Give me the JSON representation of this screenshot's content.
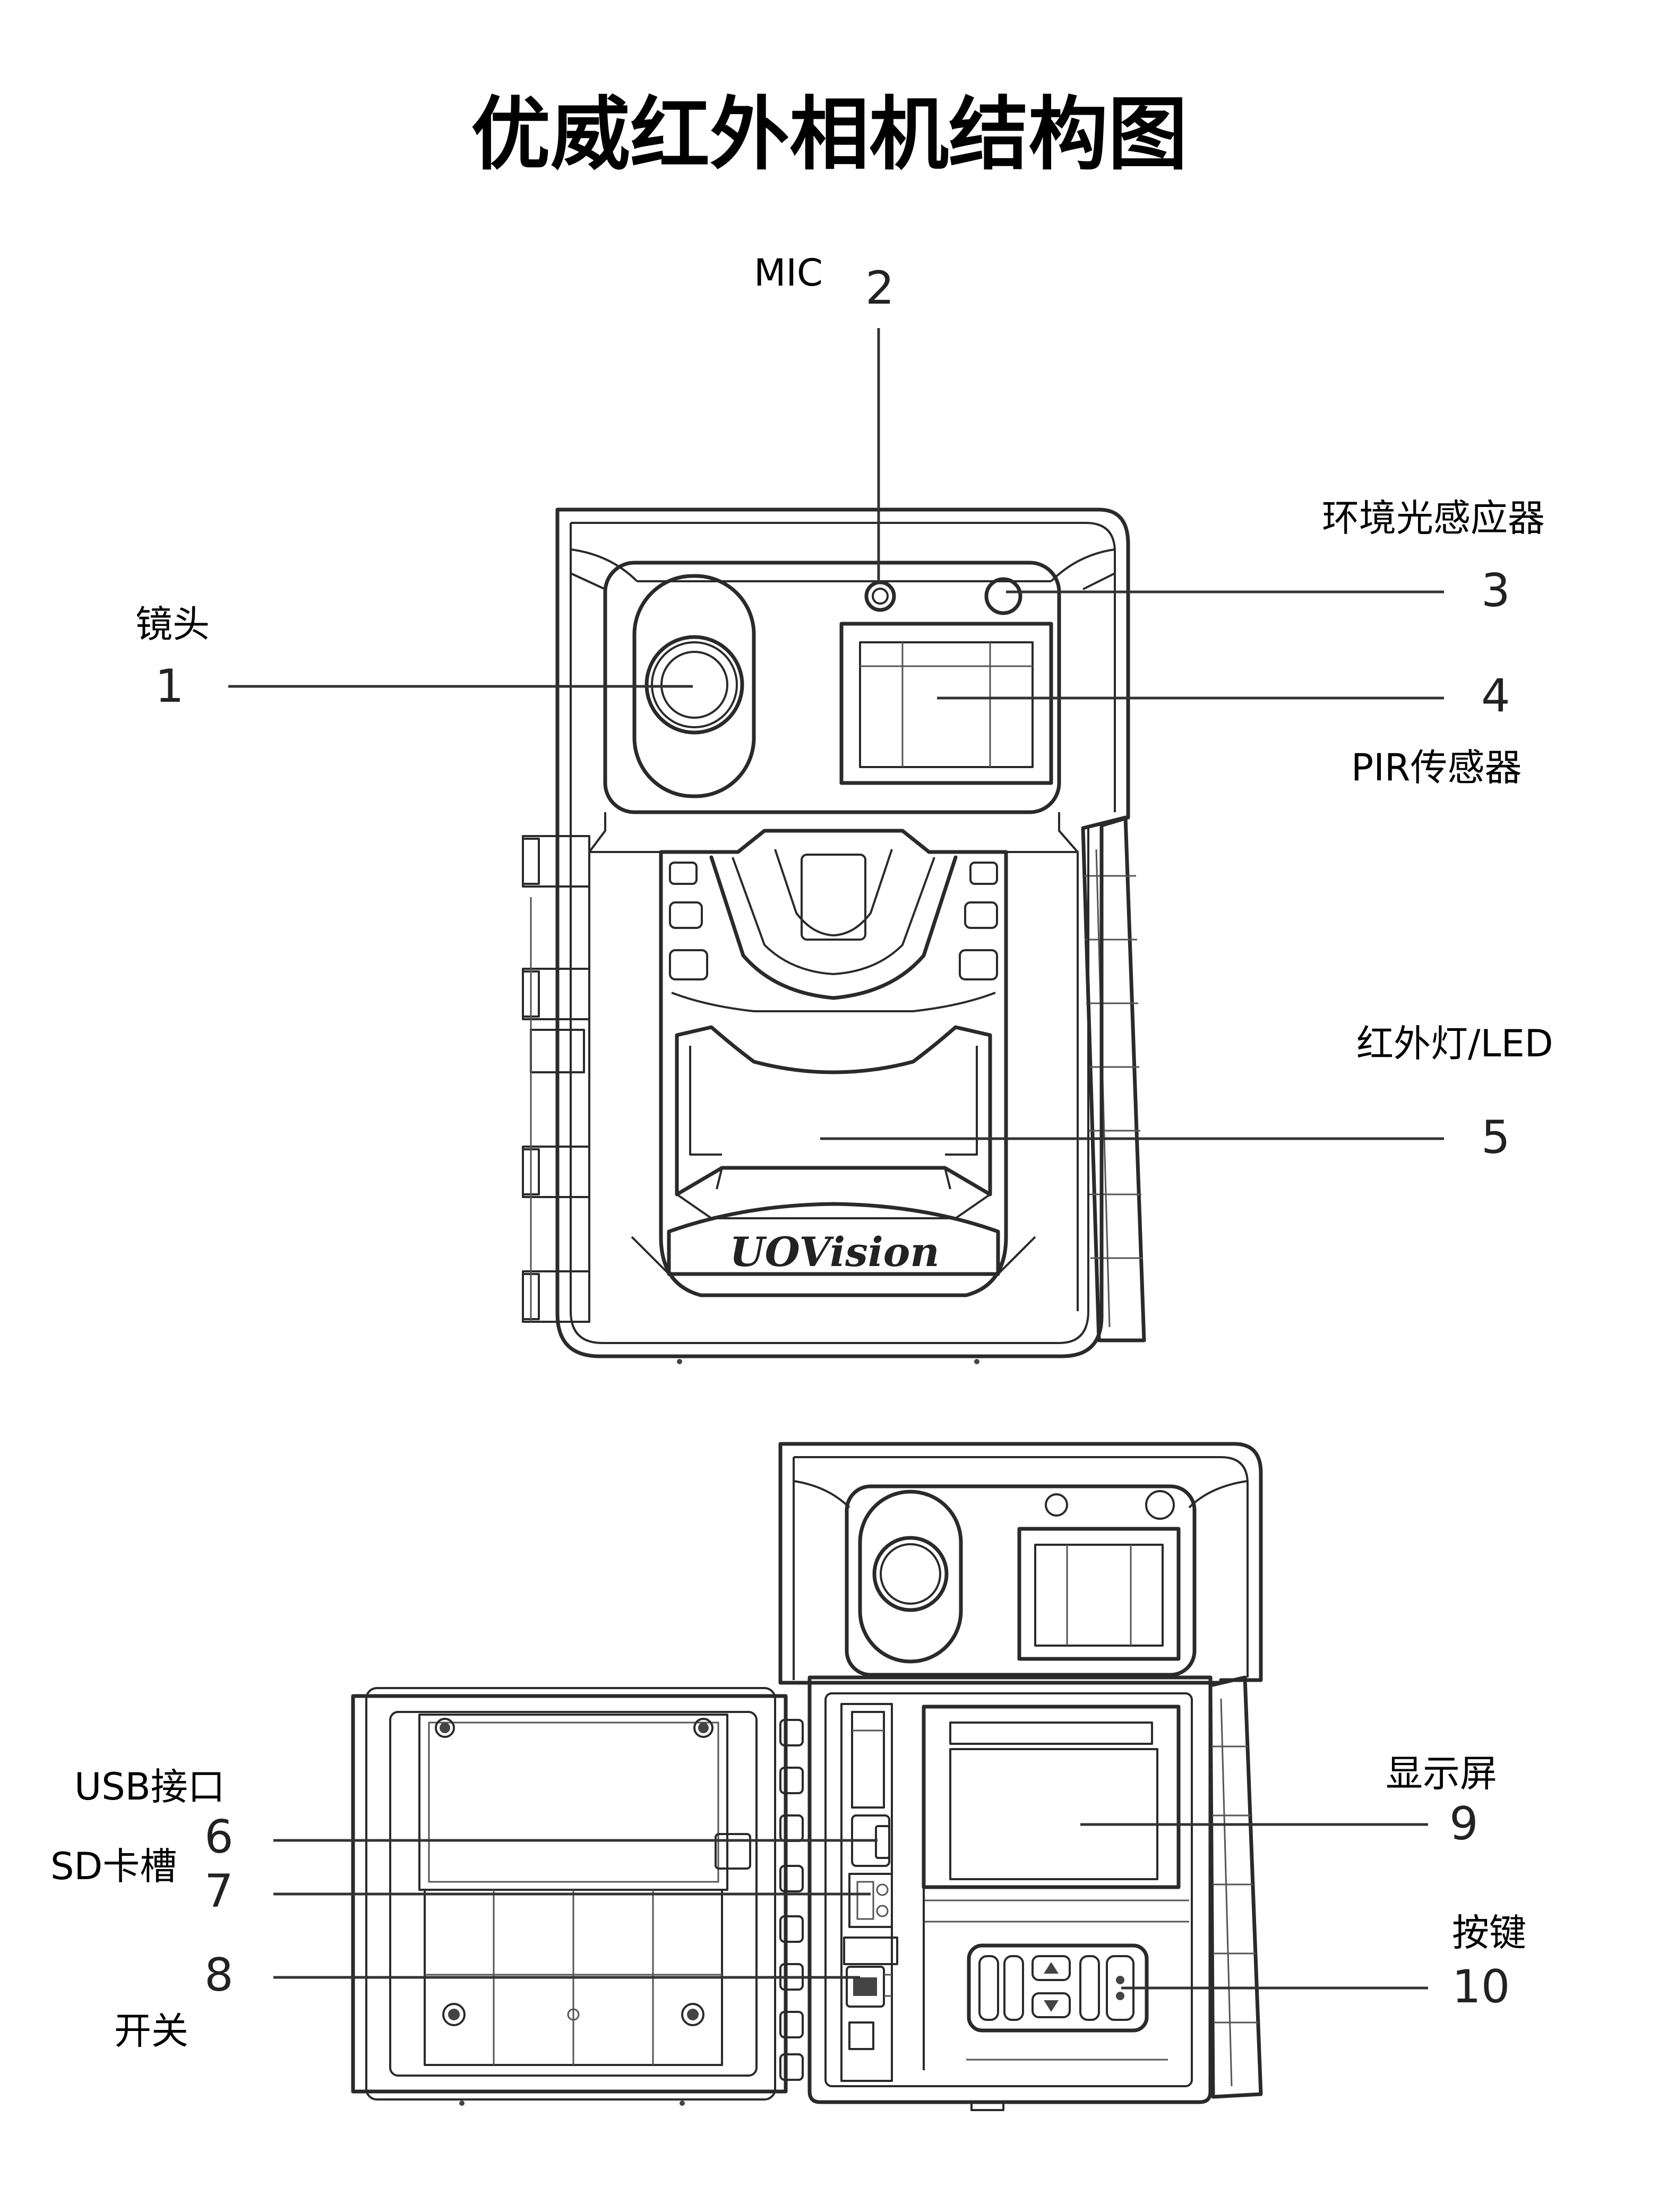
{
  "title": "优威红外相机结构图",
  "brand_logo": "UOVision",
  "callouts": [
    {
      "number": "1",
      "label": "镜头"
    },
    {
      "number": "2",
      "label": "MIC"
    },
    {
      "number": "3",
      "label": "环境光感应器"
    },
    {
      "number": "4",
      "label": "PIR传感器"
    },
    {
      "number": "5",
      "label": "红外灯/LED"
    },
    {
      "number": "6",
      "label": "USB接口"
    },
    {
      "number": "7",
      "label": "SD卡槽"
    },
    {
      "number": "8",
      "label": "开关"
    },
    {
      "number": "9",
      "label": "显示屏"
    },
    {
      "number": "10",
      "label": "按键"
    }
  ],
  "colors": {
    "line": "#2a2a2a",
    "text": "#000000",
    "background": "#ffffff"
  }
}
